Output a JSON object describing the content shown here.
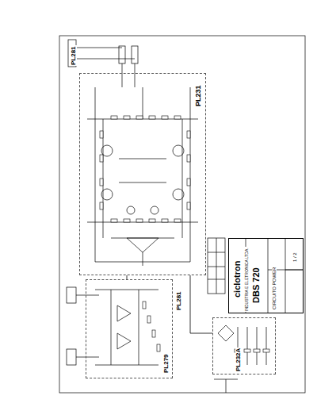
{
  "diagram": {
    "nodes": [
      {
        "text": [
          "PL231"
        ]
      },
      {
        "text": [
          "PL279"
        ]
      },
      {
        "text": [
          "PL232A"
        ]
      },
      {
        "text": [
          "ciclotron",
          "INDUSTRIA E ELETRONICA LTDA.",
          "DBS 720",
          "CIRCUITO POWER",
          "1 / 2"
        ]
      }
    ],
    "edges": [
      {
        "from": 1,
        "to": 0,
        "arrow": "none"
      },
      {
        "from": 2,
        "to": 0,
        "arrow": "none"
      }
    ],
    "labels": [
      "PL281",
      "PL281"
    ]
  }
}
